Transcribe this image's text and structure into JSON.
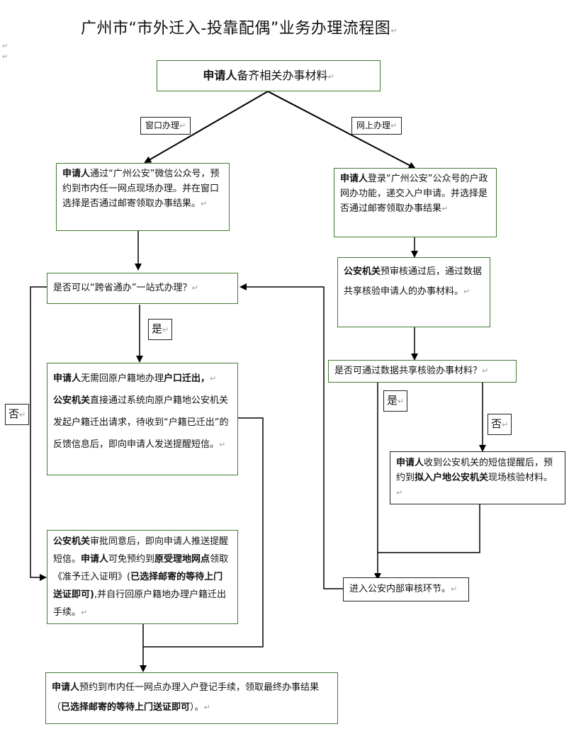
{
  "title": "广州市“市外迁入-投靠配偶”业务办理流程图",
  "pilcrow": "↵",
  "start": {
    "bold": "申请人",
    "text": "备齐相关办事材料"
  },
  "labels": {
    "window": "窗口办理",
    "online": "网上办理"
  },
  "left_step1": {
    "bold": "申请人",
    "text": "通过“广州公安”微信公众号，预约到市内任一网点现场办理。并在窗口选择是否通过邮寄领取办事结果。"
  },
  "right_step1": {
    "bold": "申请人",
    "text": "登录“广州公安”公众号的户政网办功能，递交入户申请。并选择是否通过邮寄领取办事结果"
  },
  "right_step2": {
    "bold": "公安机关",
    "text": "预审核通过后，通过数据共享核验申请人的办事材料。"
  },
  "decision_left": {
    "text": "是否可以“跨省通办”一站式办理？"
  },
  "decision_right": {
    "text": "是否可通过数据共享核验办事材料？"
  },
  "yes_label": "是",
  "no_label": "否",
  "left_yes_box": {
    "p1_bold": "申请人",
    "p1_text": "无需回原户籍地办理",
    "p1_bold2": "户口迁出，",
    "p2_bold": "公安机关",
    "p2_text": "直接通过系统向原户籍地公安机关发起户籍迁出请求，待收到“户籍已迁出”的反馈信息后，即向申请人发送提醒短信。"
  },
  "left_no_box": {
    "b1": "公安机关",
    "t1": "审批同意后，即向申请人推送提醒短信。",
    "b2": "申请人",
    "t2": "可免预约到",
    "b3": "原受理地网点",
    "t3": "领取《准予迁入证明》(",
    "b4": "已选择邮寄的等待上门送证即可)",
    "t4": ",并自行回原户籍地办理户籍迁出手续。"
  },
  "right_no_box": {
    "b1": "申请人",
    "t1": "收到公安机关的短信提醒后，预约到",
    "b2": "拟入户地公安机关",
    "t2": "现场核验材料。"
  },
  "review_box": {
    "text": "进入公安内部审核环节。"
  },
  "final_box": {
    "b1": "申请人",
    "t1": "预约到市内任一网点办理入户登记手续，领取最终办事结果（",
    "b2": "已选择邮寄的等待上门送证即可",
    "t2": "）。"
  }
}
